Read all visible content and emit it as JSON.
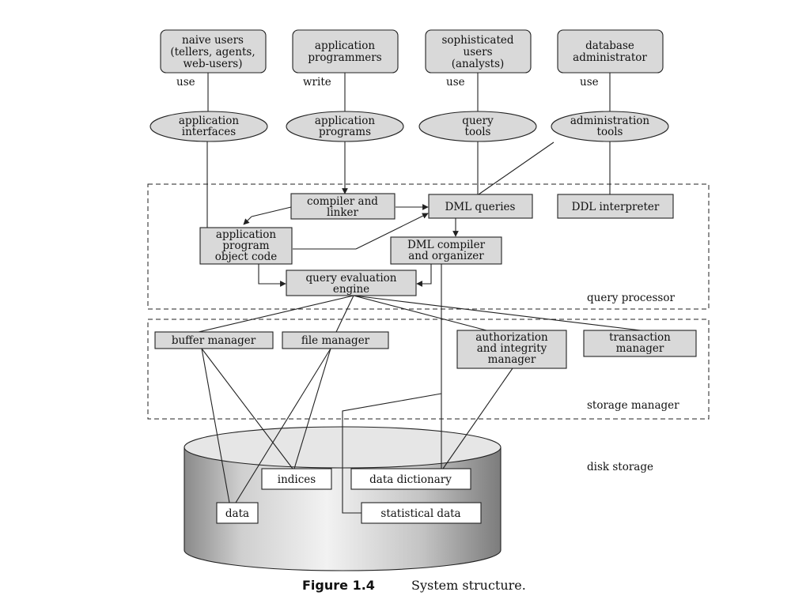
{
  "users": {
    "naive": [
      "naive users",
      "(tellers, agents,",
      "web-users)"
    ],
    "programmers": [
      "application",
      "programmers"
    ],
    "sophisticated": [
      "sophisticated",
      "users",
      "(analysts)"
    ],
    "dba": [
      "database",
      "administrator"
    ]
  },
  "edge_labels": {
    "use1": "use",
    "write": "write",
    "use2": "use",
    "use3": "use"
  },
  "tools": {
    "app_interfaces": [
      "application",
      "interfaces"
    ],
    "app_programs": [
      "application",
      "programs"
    ],
    "query_tools": [
      "query",
      "tools"
    ],
    "admin_tools": [
      "administration",
      "tools"
    ]
  },
  "query_processor": {
    "label": "query processor",
    "compiler_linker": [
      "compiler and",
      "linker"
    ],
    "dml_queries": "DML queries",
    "ddl_interpreter": "DDL interpreter",
    "app_object_code": [
      "application",
      "program",
      "object code"
    ],
    "dml_compiler": [
      "DML compiler",
      "and organizer"
    ],
    "query_eval": [
      "query evaluation",
      "engine"
    ]
  },
  "storage_manager": {
    "label": "storage manager",
    "buffer_manager": "buffer manager",
    "file_manager": "file manager",
    "auth_integrity": [
      "authorization",
      "and integrity",
      "manager"
    ],
    "transaction": [
      "transaction",
      "manager"
    ]
  },
  "disk_storage": {
    "label": "disk storage",
    "indices": "indices",
    "data_dictionary": "data dictionary",
    "data": "data",
    "statistical_data": "statistical data"
  },
  "caption": {
    "label": "Figure 1.4",
    "text": "System structure."
  }
}
